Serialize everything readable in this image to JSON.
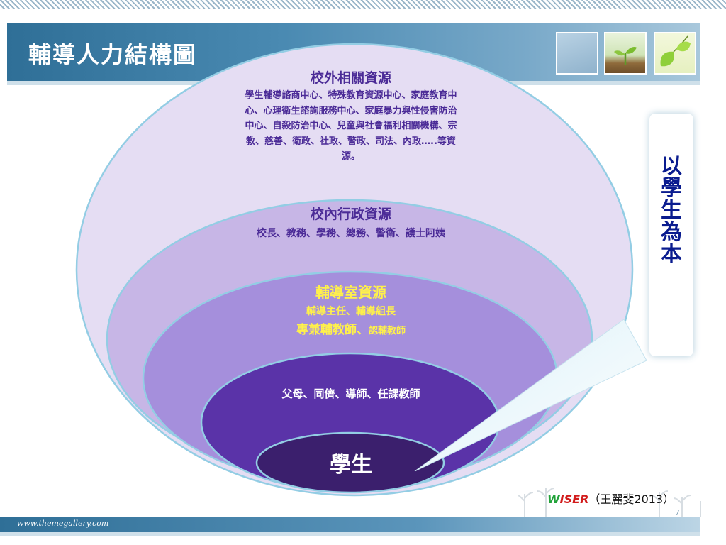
{
  "slide": {
    "title": "輔導人力結構圖",
    "footer_url": "www.themegallery.com",
    "page_number": "7"
  },
  "diagram": {
    "outer": {
      "title": "校外相關資源",
      "body": "學生輔導諮商中心、特殊教育資源中心、家庭教育中心、心理衛生諮詢服務中心、家庭暴力與性侵害防治中心、自殺防治中心、兒童與社會福利相關機構、宗教、慈善、衛政、社政、警政、司法、內政…..等資源。",
      "color": "#e5ddf3"
    },
    "admin": {
      "title": "校內行政資源",
      "body": "校長、教務、學務、總務、警衛、護士阿姨",
      "color": "#c7b6e6"
    },
    "guidance": {
      "title": "輔導室資源",
      "line1": "輔導主任、輔導組長",
      "line2_main": "專兼輔教師、",
      "line2_small": "認輔教師",
      "color": "#a58fdc",
      "text_color": "#fff14a"
    },
    "family": {
      "body": "父母、同儕、導師、任課教師",
      "color": "#5a33a8"
    },
    "center": {
      "label": "學生",
      "color": "#3b1f6d"
    }
  },
  "callout": {
    "chars": [
      "以",
      "學",
      "生",
      "為",
      "本"
    ],
    "color": "#0a1c8f"
  },
  "credit": {
    "w": "W",
    "rest": "ISER",
    "name": "（王麗斐2013）"
  },
  "icons": {
    "thumbnail_1": "blue-tile-icon",
    "thumbnail_2": "sprout-icon",
    "thumbnail_3": "leaf-icon"
  }
}
